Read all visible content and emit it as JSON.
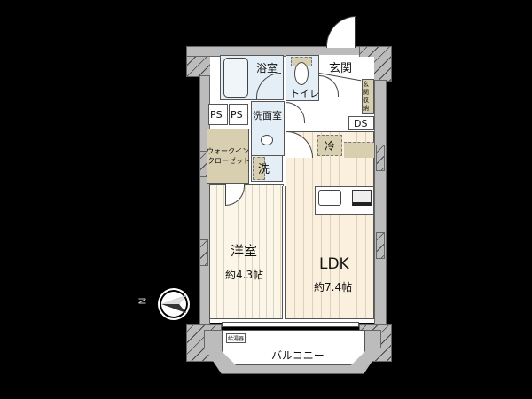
{
  "floorplan": {
    "rooms": {
      "bath": "浴室",
      "toilet": "トイレ",
      "entrance": "玄関",
      "entrance_storage": "玄関収納",
      "ps1": "PS",
      "ps2": "PS",
      "washroom": "洗面室",
      "ds": "DS",
      "walkin_closet_1": "ウォークイン",
      "walkin_closet_2": "クローゼット",
      "washer": "洗",
      "fridge": "冷",
      "western_room": "洋室",
      "western_room_size": "約4.3帖",
      "ldk": "LDK",
      "ldk_size": "約7.4帖",
      "water_heater": "給湯器",
      "balcony": "バルコニー"
    },
    "compass": {
      "label": "N",
      "icon": "compass-north-arrow"
    },
    "colors": {
      "background": "#000000",
      "wall": "#bcbcbc",
      "wet_area": "#e4eef6",
      "storage": "#d8ceb0",
      "floor_western": "#fbf6e8",
      "floor_ldk": "#fbf0de"
    }
  }
}
